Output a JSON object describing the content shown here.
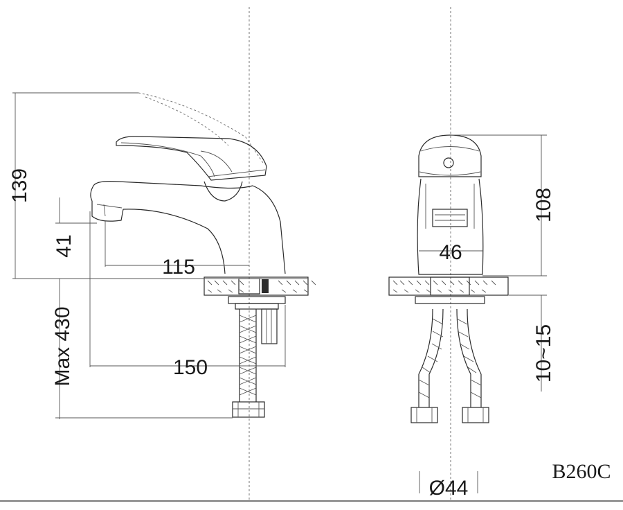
{
  "model_code": "B260C",
  "dimensions": {
    "height_total": "139",
    "spout_height": "41",
    "spout_reach": "115",
    "hose_reach": "150",
    "hose_length": "Max 430",
    "side_height": "108",
    "body_width": "46",
    "deck_thickness": "10~15",
    "hole_diameter": "Ø44"
  }
}
